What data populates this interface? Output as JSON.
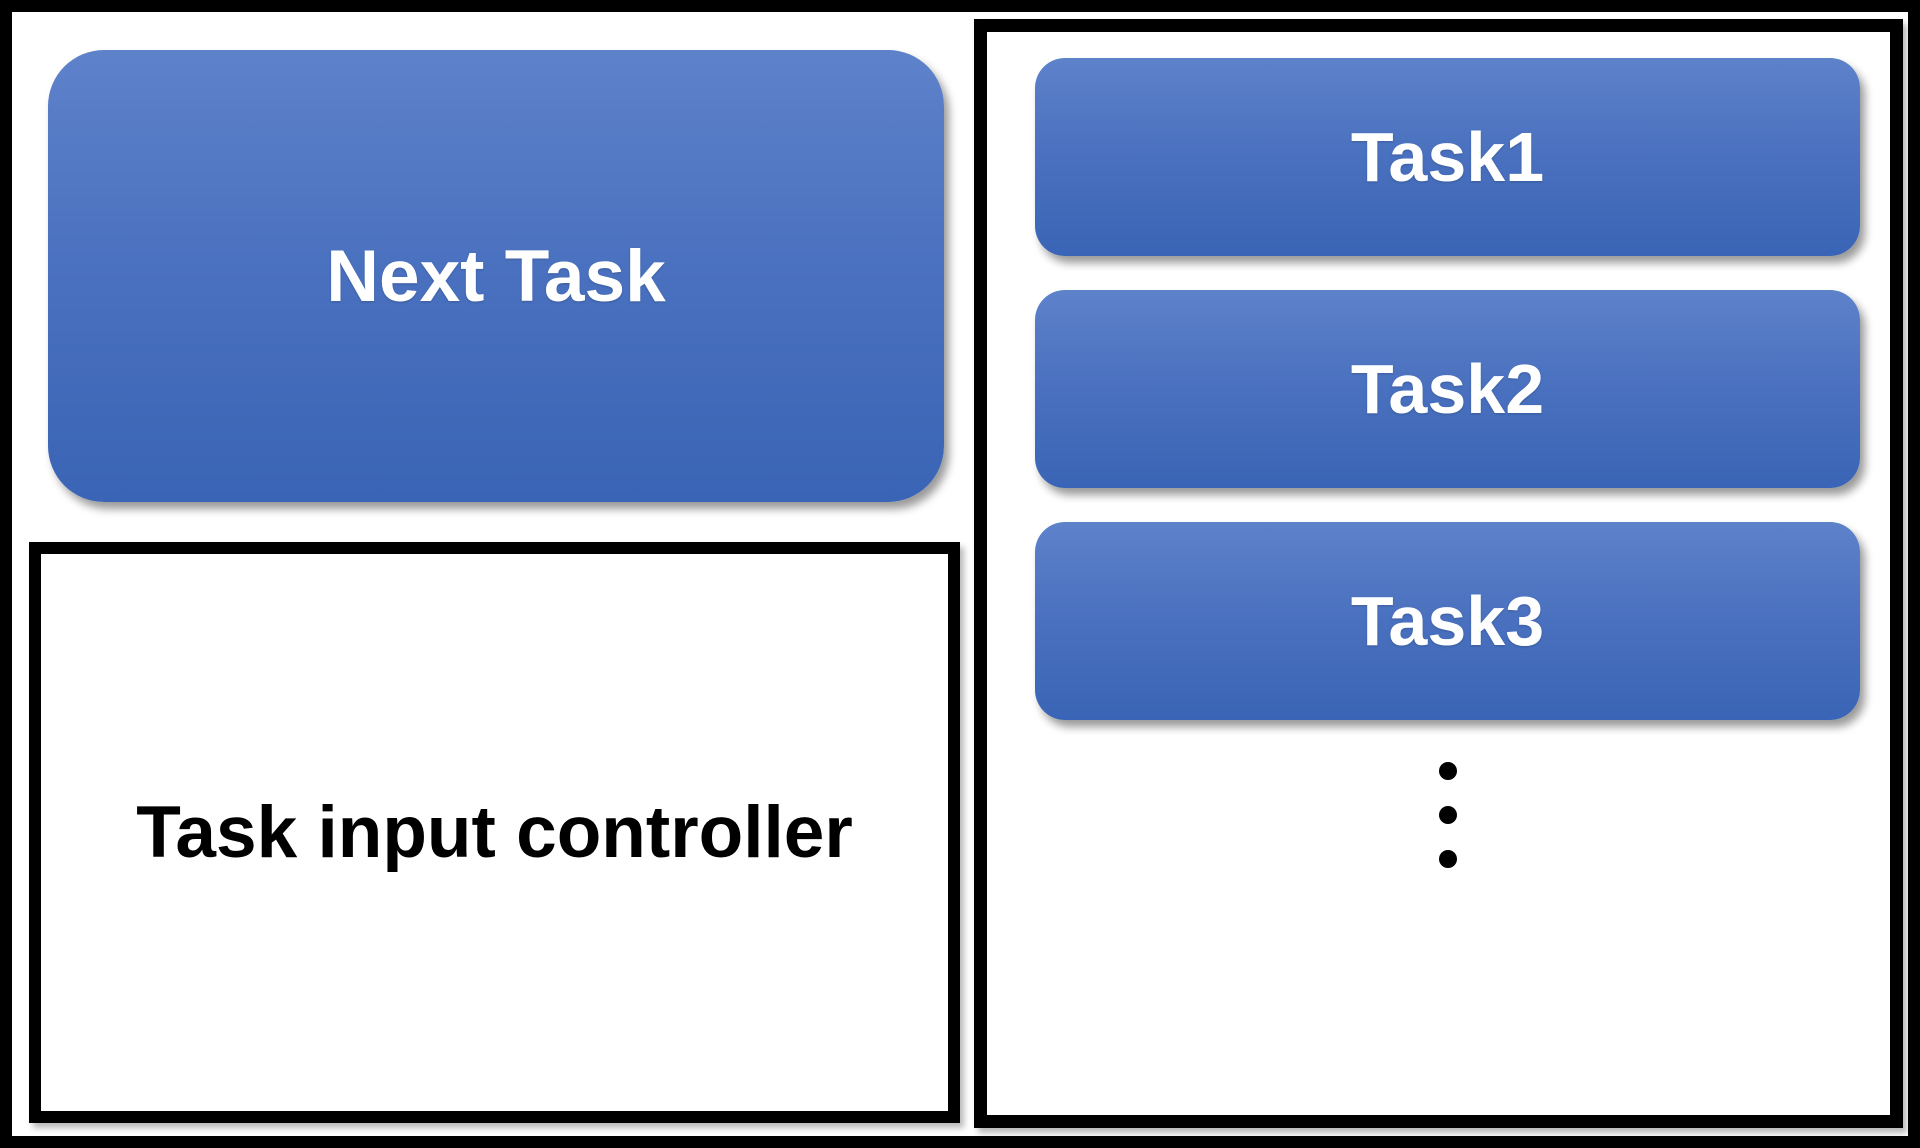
{
  "theme": {
    "background": "#ffffff",
    "border": "#000000",
    "gradient_top": "#5e82ca",
    "gradient_bottom": "#3a64b5",
    "text_on_accent": "#ffffff",
    "text": "#000000"
  },
  "diagram": {
    "next_task": {
      "label": "Next Task"
    },
    "input_controller": {
      "label": "Task input controller"
    },
    "queue": {
      "tasks": [
        {
          "label": "Task1"
        },
        {
          "label": "Task2"
        },
        {
          "label": "Task3"
        }
      ],
      "ellipsis_icon": "vertical-ellipsis"
    }
  }
}
